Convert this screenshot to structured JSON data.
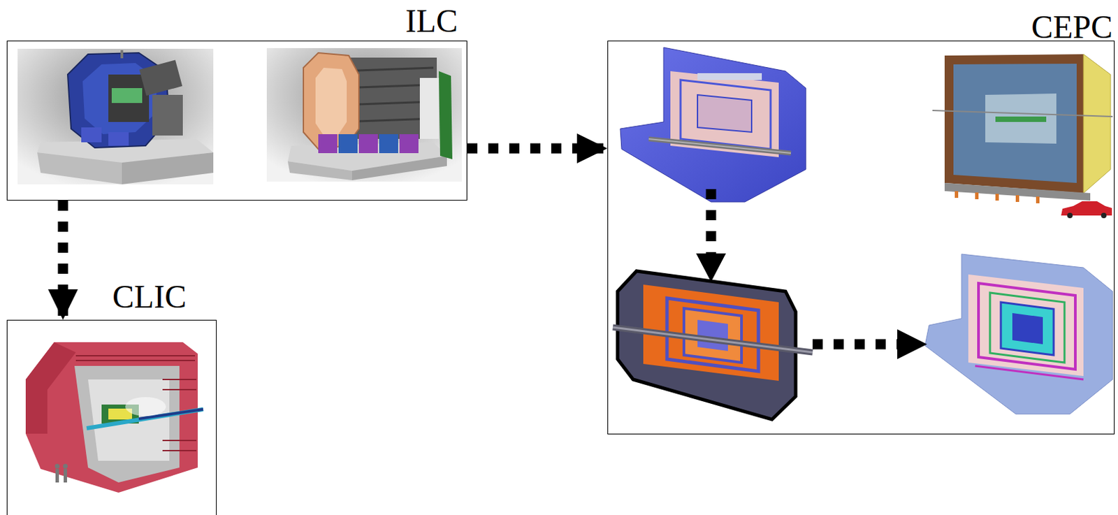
{
  "diagram": {
    "nodes": [
      {
        "text": [
          "ILC"
        ]
      },
      {
        "text": [
          "CEPC"
        ]
      },
      {
        "text": [
          "CLIC"
        ]
      }
    ],
    "edges": [
      {
        "from": 0,
        "to": 1,
        "arrow": "to"
      },
      {
        "from": 0,
        "to": 2,
        "arrow": "to"
      }
    ]
  }
}
